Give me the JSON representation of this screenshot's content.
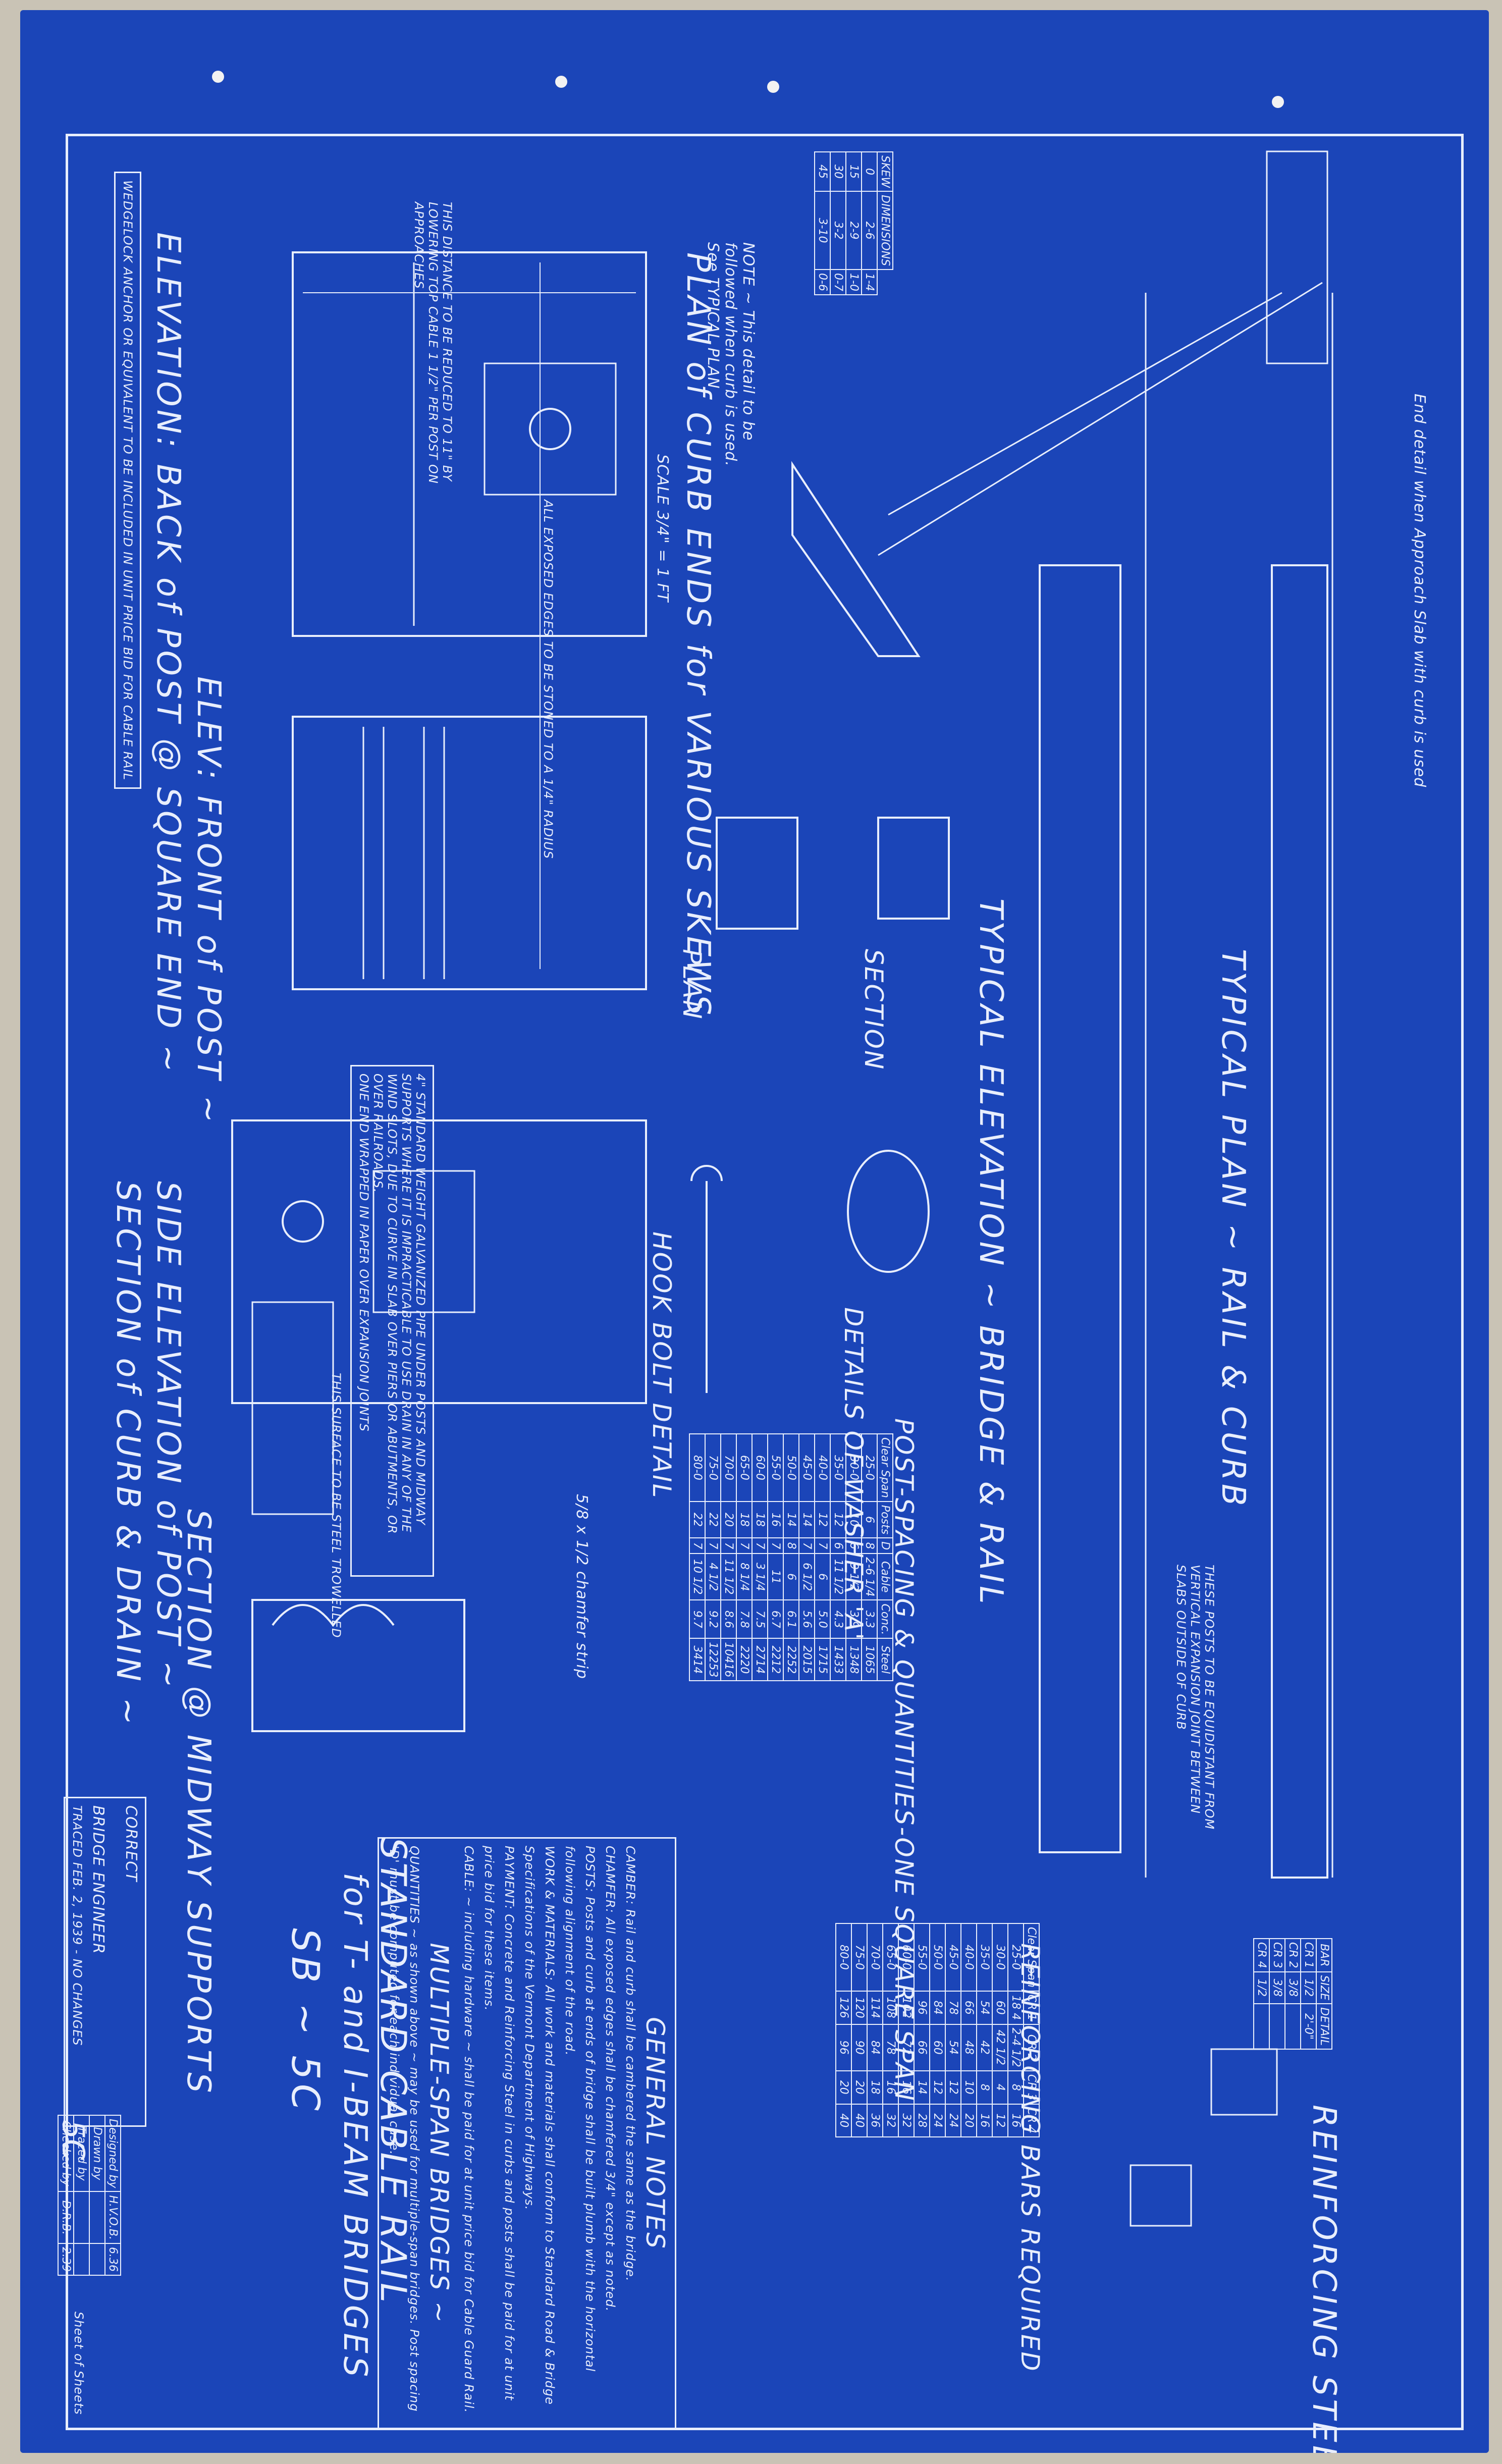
{
  "title": {
    "line1": "STANDARD CABLE RAIL",
    "line2": "for T- and I-BEAM BRIDGES",
    "number": "SB ~ 5C"
  },
  "views": {
    "elev_back": "ELEVATION: BACK of POST @ SQUARE END ~",
    "elev_front": "ELEV: FRONT of POST ~",
    "side_elev": "SIDE ELEVATION of POST ~",
    "section_curb": "SECTION of CURB & DRAIN ~",
    "section_midway": "SECTION @ MIDWAY SUPPORTS",
    "plan_curb_ends": "PLAN of CURB ENDS for VARIOUS SKEWS",
    "scale": "SCALE 3/4\" = 1 FT",
    "plan": "PLAN",
    "section": "SECTION",
    "hook_bolt": "HOOK BOLT DETAIL",
    "washer": "DETAILS OF WASHER 'A'",
    "typ_elev": "TYPICAL ELEVATION ~ BRIDGE & RAIL",
    "typ_plan": "TYPICAL PLAN ~ RAIL & CURB",
    "reinf_steel": "REINFORCING STEEL",
    "reinf_bars": "REINFORCING BARS REQUIRED",
    "post_spacing": "POST-SPACING & QUANTITIES-ONE SQUARE SPAN"
  },
  "notes": {
    "wedgelock": "WEDGELOCK ANCHOR OR EQUIVALENT TO BE INCLUDED IN UNIT PRICE BID FOR CABLE RAIL",
    "distance": "THIS DISTANCE TO BE REDUCED TO 11\" BY LOWERING TOP CABLE 1 1/2\" PER POST ON APPROACHES",
    "pipe": "4\" STANDARD WEIGHT GALVANIZED PIPE UNDER POSTS AND MIDWAY SUPPORTS WHERE IT IS IMPRACTICABLE TO USE DRAIN IN ANY OF THE WIND SLOTS, DUE TO CURVE IN SLAB OVER PIERS OR ABUTMENTS, OR OVER RAILROADS.",
    "pipe2": "ONE END WRAPPED IN PAPER OVER EXPANSION JOINTS",
    "exposed_edges": "ALL EXPOSED EDGES TO BE STONED TO A 1/4\" RADIUS",
    "posts_equidistant": "THESE POSTS TO BE EQUIDISTANT FROM VERTICAL EXPANSION JOINT BETWEEN SLABS OUTSIDE OF CURB",
    "end_detail": "End detail when Approach Slab with curb is used",
    "note_skew": "NOTE ~ This detail to be followed when curb is used. See TYPICAL PLAN",
    "chamfer": "5/8 x 1/2 chamfer strip",
    "surface": "THIS SURFACE TO BE STEEL TROWELLED"
  },
  "general_notes": {
    "heading": "GENERAL NOTES",
    "lines": [
      "CAMBER: Rail and curb shall be cambered the same as the bridge.",
      "CHAMFER: All exposed edges shall be chamfered 3/4\" except as noted.",
      "POSTS: Posts and curb at ends of bridge shall be built plumb with the horizontal following alignment of the road.",
      "WORK & MATERIALS: All work and materials shall conform to Standard Road & Bridge Specifications of the Vermont Department of Highways.",
      "PAYMENT: Concrete and Reinforcing Steel in curbs and posts shall be paid for at unit price bid for these items.",
      "CABLE: ~ including hardware ~ shall be paid for at unit price bid for Cable Guard Rail."
    ],
    "multi_heading": "MULTIPLE-SPAN BRIDGES ~",
    "multi_text": "QUANTITIES ~ as shown above ~ may be used for multiple-span bridges. Post spacing 'D' must be computed for each individual case."
  },
  "post_table": {
    "headers": [
      "Clear Span",
      "Posts",
      "D",
      "Cable",
      "Conc.",
      "Steel"
    ],
    "rows": [
      [
        "25-0",
        "6",
        "8",
        "2-6 1/4",
        "3.3",
        "1065"
      ],
      [
        "30-0",
        "10",
        "6",
        "9 1/2",
        "3.9",
        "1348"
      ],
      [
        "35-0",
        "12",
        "6",
        "11 1/2",
        "4.3",
        "1433"
      ],
      [
        "40-0",
        "12",
        "7",
        "6",
        "5.0",
        "1715"
      ],
      [
        "45-0",
        "14",
        "7",
        "6 1/2",
        "5.6",
        "2015"
      ],
      [
        "50-0",
        "14",
        "8",
        "6",
        "6.1",
        "2252"
      ],
      [
        "55-0",
        "16",
        "7",
        "11",
        "6.7",
        "2212"
      ],
      [
        "60-0",
        "18",
        "7",
        "3 1/4",
        "7.5",
        "2714"
      ],
      [
        "65-0",
        "18",
        "7",
        "8 1/4",
        "7.8",
        "2220"
      ],
      [
        "70-0",
        "20",
        "7",
        "11 1/2",
        "8.6",
        "10416"
      ],
      [
        "75-0",
        "22",
        "7",
        "4 1/2",
        "9.2",
        "12253"
      ],
      [
        "80-0",
        "22",
        "7",
        "10 1/2",
        "9.7",
        "3414"
      ]
    ]
  },
  "bars_table": {
    "headers": [
      "Clear Span",
      "CR 1",
      "CR 2",
      "CR 3",
      "CR 4"
    ],
    "rows": [
      [
        "25-0",
        "18 4",
        "2-4 1/2",
        "8",
        "16"
      ],
      [
        "30-0",
        "60",
        "42 1/2",
        "4",
        "12"
      ],
      [
        "35-0",
        "54",
        "42",
        "8",
        "16"
      ],
      [
        "40-0",
        "66",
        "48",
        "10",
        "20"
      ],
      [
        "45-0",
        "78",
        "54",
        "12",
        "24"
      ],
      [
        "50-0",
        "84",
        "60",
        "12",
        "24"
      ],
      [
        "55-0",
        "96",
        "66",
        "14",
        "28"
      ],
      [
        "60-0",
        "102",
        "72",
        "16",
        "32"
      ],
      [
        "65-0",
        "108",
        "78",
        "16",
        "32"
      ],
      [
        "70-0",
        "114",
        "84",
        "18",
        "36"
      ],
      [
        "75-0",
        "120",
        "90",
        "20",
        "40"
      ],
      [
        "80-0",
        "126",
        "96",
        "20",
        "40"
      ]
    ]
  },
  "steel_table": {
    "headers": [
      "BAR",
      "SIZE",
      "DETAIL"
    ],
    "rows": [
      [
        "CR 1",
        "1/2",
        "2'-0\""
      ],
      [
        "CR 2",
        "3/8",
        ""
      ],
      [
        "CR 3",
        "3/8",
        ""
      ],
      [
        "CR 4",
        "1/2",
        ""
      ]
    ]
  },
  "small_table": {
    "headers": [
      "SKEW",
      "DIMENSIONS"
    ],
    "rows": [
      [
        "0",
        "2-6",
        "1-4"
      ],
      [
        "15",
        "2-9",
        "1-0"
      ],
      [
        "30",
        "3-2",
        "0-7"
      ],
      [
        "45",
        "3-10",
        "0-6"
      ]
    ]
  },
  "title_block": {
    "correct": "CORRECT",
    "engineer": "BRIDGE ENGINEER",
    "traced": "TRACED FEB. 2, 1939 - NO CHANGES",
    "sheet": "5C",
    "rows": [
      [
        "Designed by",
        "H.V.O.B.",
        "6.36"
      ],
      [
        "Drawn by",
        "",
        ""
      ],
      [
        "Traced by",
        "",
        ""
      ],
      [
        "Checked by",
        "D.R.B.",
        "2.39"
      ]
    ],
    "sheet_of": "Sheet of Sheets"
  }
}
